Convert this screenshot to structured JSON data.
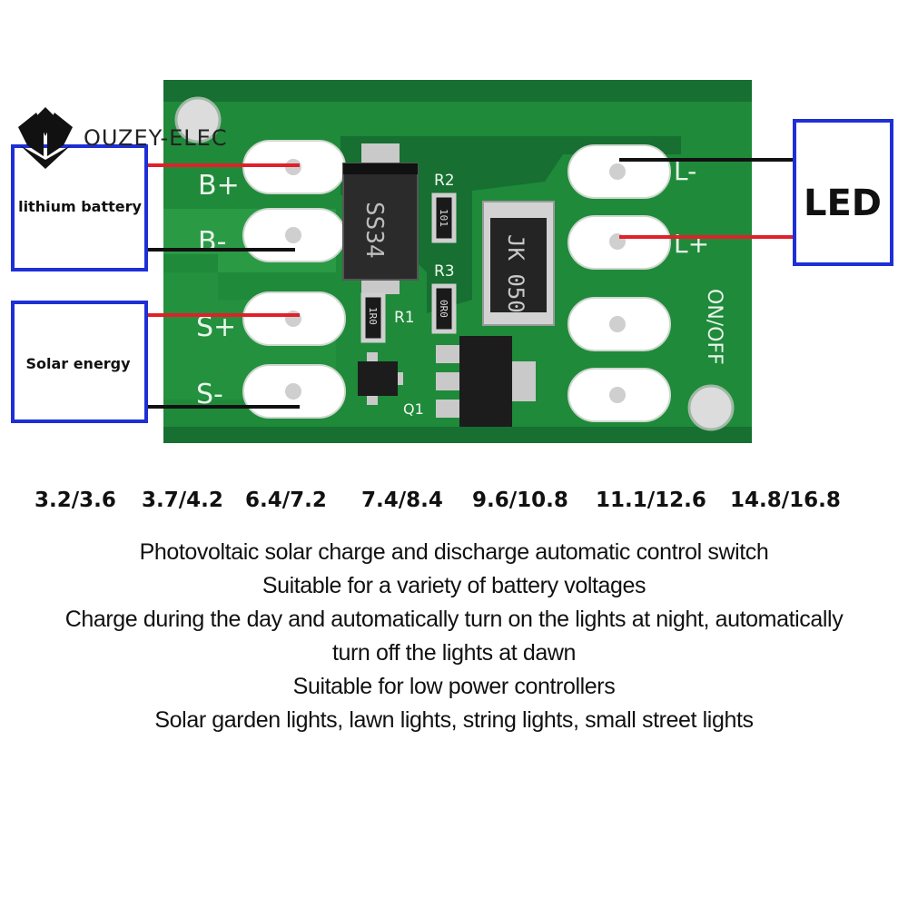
{
  "brand": "OUZEY-ELEC",
  "labels": {
    "battery": "lithium battery",
    "solar": "Solar energy",
    "led": "LED"
  },
  "pads": {
    "bplus": "B+",
    "bminus": "B-",
    "splus": "S+",
    "sminus": "S-",
    "lminus": "L-",
    "lplus": "L+"
  },
  "components": {
    "diode": "SS34",
    "r1": "R1",
    "r2": "R2",
    "r3": "R3",
    "q1": "Q1",
    "r2_code": "101",
    "r3_code": "0R0",
    "r1_code": "1R0",
    "inductor": "JK 050",
    "switch": "ON/OFF"
  },
  "voltages": [
    "3.2/3.6",
    "3.7/4.2",
    "6.4/7.2",
    "7.4/8.4",
    "9.6/10.8",
    "11.1/12.6",
    "14.8/16.8"
  ],
  "description": [
    "Photovoltaic solar charge and discharge automatic control switch",
    "Suitable for a variety of battery voltages",
    "Charge during the day and automatically turn on the lights at night, automatically",
    "turn off the lights at dawn",
    "Suitable for low power controllers",
    "Solar garden lights, lawn lights, string lights, small street lights"
  ],
  "colors": {
    "pcb": "#1f8a3a",
    "pcb_dark": "#10672a",
    "box_border": "#1e2fd6",
    "wire_red": "#e0202a",
    "wire_black": "#111111"
  }
}
